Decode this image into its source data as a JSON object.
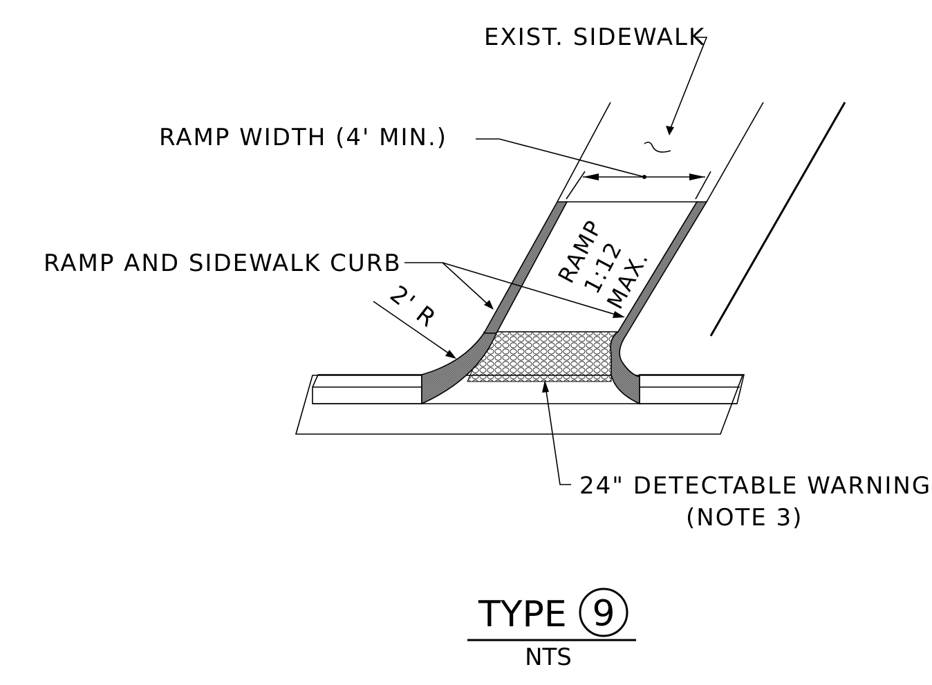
{
  "labels": {
    "exist_sidewalk": "EXIST. SIDEWALK",
    "ramp_width": "RAMP WIDTH (4' MIN.)",
    "ramp_curb": "RAMP AND SIDEWALK CURB",
    "radius": "2' R",
    "ramp_line1": "RAMP",
    "ramp_line2": "1:12",
    "ramp_line3": "MAX.",
    "warning_line1": "24\" DETECTABLE WARNING",
    "warning_line2": "(NOTE 3)"
  },
  "title": {
    "type_label": "TYPE",
    "type_number": "9",
    "scale": "NTS"
  }
}
